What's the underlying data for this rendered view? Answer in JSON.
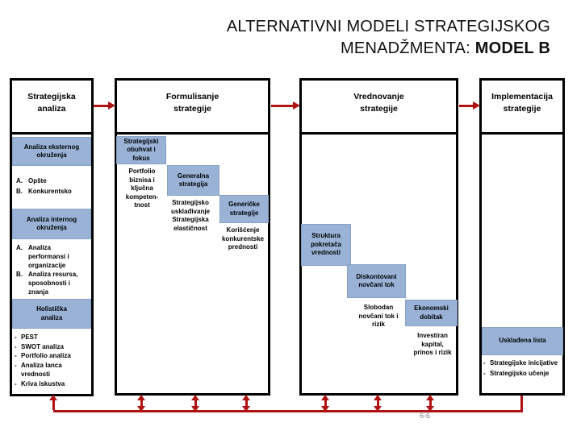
{
  "slide": {
    "title_line1": "ALTERNATIVNI MODELI STRATEGIJSKOG",
    "title_line2_prefix": "MENADŽMENTA: ",
    "title_line2_bold": "MODEL B",
    "page_number": "6-6"
  },
  "colors": {
    "accent_blue": "#9AB2D6",
    "arrow_red": "#B01212",
    "border_black": "#000000",
    "page_number_grey": "#808080"
  },
  "stages": [
    {
      "header": "Strategijska\nanaliza"
    },
    {
      "header": "Formulisanje\nstrategije"
    },
    {
      "header": "Vrednovanje\nstrategije"
    },
    {
      "header": "Implementacija\nstrategije"
    }
  ],
  "col1": {
    "box_external": "Analiza eksternog\nokruženja",
    "ext_items": [
      {
        "marker": "A.",
        "text": "Opšte"
      },
      {
        "marker": "B.",
        "text": "Konkurentsko"
      }
    ],
    "box_internal": "Analiza internog\nokruženja",
    "int_items": [
      {
        "marker": "A.",
        "text": "Analiza\nperformansi i\norganizacije"
      },
      {
        "marker": "B.",
        "text": "Analiza resursa,\nsposobnosti i\nznanja"
      }
    ],
    "box_holistic": "Holistička\nanaliza",
    "tools": [
      {
        "marker": "-",
        "text": "PEST"
      },
      {
        "marker": "-",
        "text": "SWOT analiza"
      },
      {
        "marker": "-",
        "text": "Portfolio analiza"
      },
      {
        "marker": "-",
        "text": "Analiza lanca\nvrednosti"
      },
      {
        "marker": "-",
        "text": "Kriva iskustva"
      }
    ]
  },
  "col2": {
    "box_scope": "Strategijski\nobuhvat i\nfokus",
    "text_portfolio": "Portfolio\nbiznisa i\nključna\nkompeten-\ntnost",
    "box_general": "Generalna\nstrategija",
    "text_align": "Strategijsko\nusklađivanje\nStrategijska\nelastičnost",
    "box_generic": "Generičke\nstrategije",
    "text_advantage": "Korišćenje\nkonkurentske\nprednosti"
  },
  "col3": {
    "box_drivers": "Struktura\npokretača\nvrednosti",
    "box_dcf": "Diskontovani\nnovčani tok",
    "text_fcf": "Slobodan\nnovčani tok i\nrizik",
    "box_profit": "Ekonomski\ndobitak",
    "text_capital": "Investiran\nkapital,\nprinos i rizik"
  },
  "col4": {
    "box_scorecard": "Usklađena lista",
    "items": [
      {
        "marker": "-",
        "text": "Strategijske inicijative"
      },
      {
        "marker": "-",
        "text": "Strategijsko učenje"
      }
    ]
  }
}
